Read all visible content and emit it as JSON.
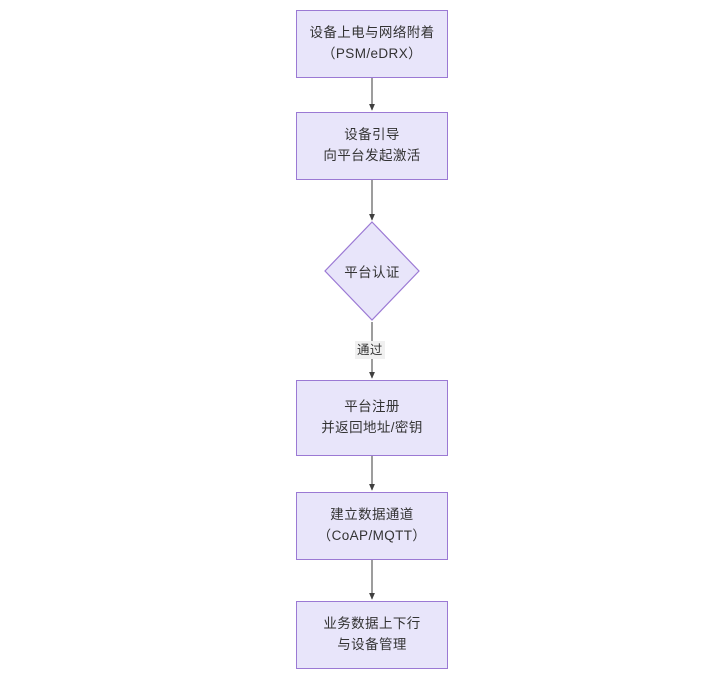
{
  "diagram": {
    "type": "flowchart",
    "orientation": "top-to-bottom",
    "colors": {
      "node_fill": "#e8e5fa",
      "node_border": "#9b79d4",
      "text": "#333333",
      "edge_line": "#4d4d4d",
      "edge_label_background": "#f0f0f0",
      "canvas_background": "#ffffff"
    },
    "nodes": [
      {
        "id": "n1",
        "shape": "rectangle",
        "lines": [
          "设备上电与网络附着",
          "（PSM/eDRX）"
        ]
      },
      {
        "id": "n2",
        "shape": "rectangle",
        "lines": [
          "设备引导",
          "向平台发起激活"
        ]
      },
      {
        "id": "n3",
        "shape": "diamond",
        "lines": [
          "平台认证"
        ]
      },
      {
        "id": "n4",
        "shape": "rectangle",
        "lines": [
          "平台注册",
          "并返回地址/密钥"
        ]
      },
      {
        "id": "n5",
        "shape": "rectangle",
        "lines": [
          "建立数据通道",
          "（CoAP/MQTT）"
        ]
      },
      {
        "id": "n6",
        "shape": "rectangle",
        "lines": [
          "业务数据上下行",
          "与设备管理"
        ]
      }
    ],
    "edges": [
      {
        "from": "n1",
        "to": "n2",
        "label": ""
      },
      {
        "from": "n2",
        "to": "n3",
        "label": ""
      },
      {
        "from": "n3",
        "to": "n4",
        "label": "通过"
      },
      {
        "from": "n4",
        "to": "n5",
        "label": ""
      },
      {
        "from": "n5",
        "to": "n6",
        "label": ""
      }
    ]
  }
}
